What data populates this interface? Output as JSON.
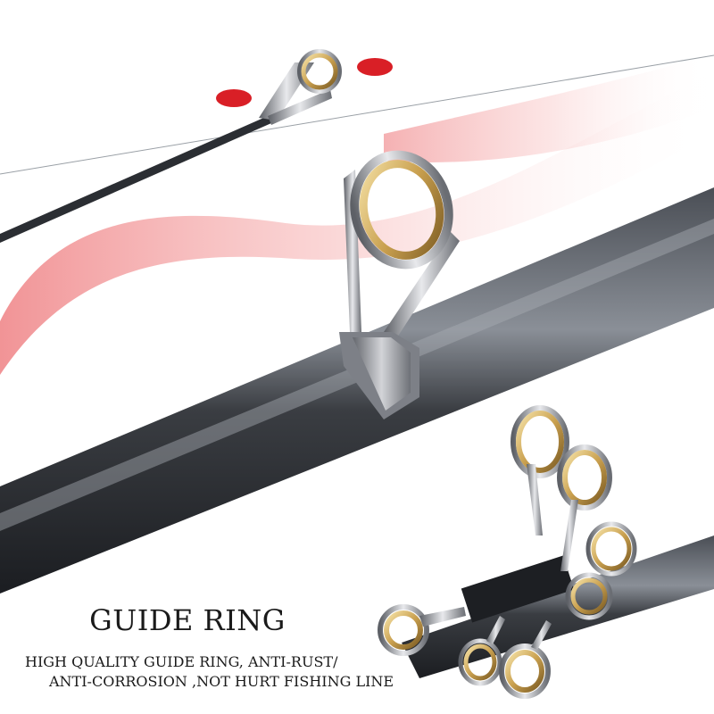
{
  "caption": {
    "headline": "GUIDE RING",
    "line1": "HIGH QUALITY GUIDE RING, ANTI-RUST/",
    "line2": "ANTI-CORROSION ,NOT HURT FISHING LINE"
  },
  "colors": {
    "accent_red": "#e3262b",
    "ring_gold": "#d9b76a",
    "rod_dark": "#2b2e33",
    "background": "#ffffff"
  }
}
